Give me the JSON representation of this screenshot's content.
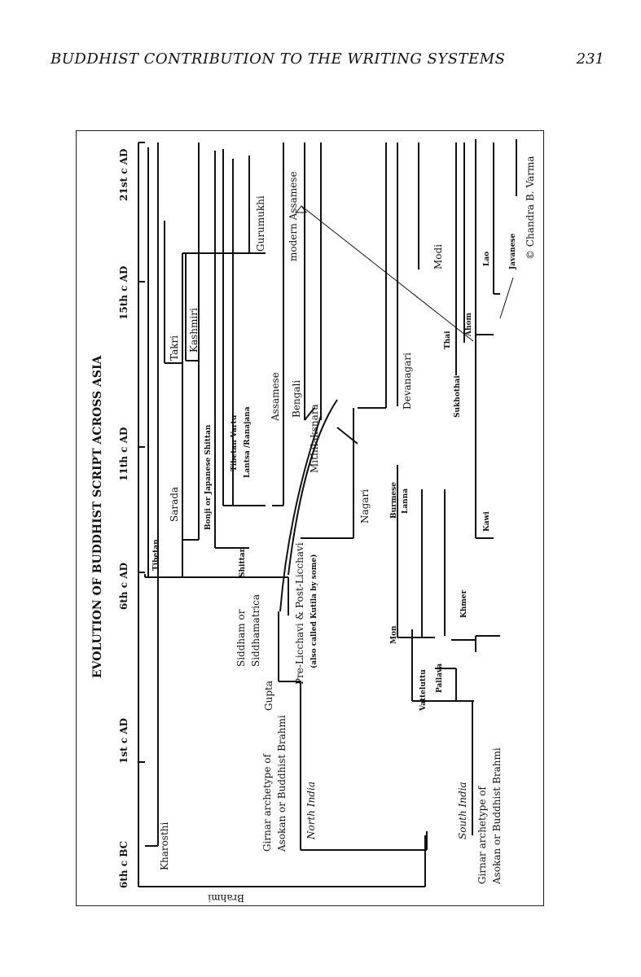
{
  "header": {
    "running_title": "BUDDHIST CONTRIBUTION TO THE WRITING SYSTEMS",
    "page_number": "231"
  },
  "figure": {
    "title": "EVOLUTION OF BUDDHIST SCRIPT ACROSS ASIA",
    "credit": "© Chandra B. Varma",
    "eras": [
      "6th c BC",
      "1st c AD",
      "6th c AD",
      "11th c AD",
      "15th c AD",
      "21st c AD"
    ],
    "root": "Brahmi",
    "regions": {
      "north": "North India",
      "south": "South India"
    },
    "labels": {
      "kharosthi": "Kharosthi",
      "girnar_north_1": "Girnar archetype of",
      "girnar_north_2": "Asokan or Buddhist Brahmi",
      "girnar_south_1": "Girnar archetype of",
      "girnar_south_2": "Asokan or Buddhist Brahmi",
      "gupta": "Gupta",
      "pre_licchavi": "Pre-Licchavi & Post-Licchavi",
      "kutila_note": "(also called Kutila by some)",
      "siddham_1": "Siddham or",
      "siddham_2": "Siddhamatrica",
      "tibetan": "Tibetan",
      "sarada": "Sarada",
      "takri": "Takri",
      "kashmiri": "Kashmiri",
      "bonji": "Bonji or Japanese Shittan",
      "shittan": "Shittan",
      "tibetan_vartu": "Tibetan Vartu",
      "lantsa": "Lantsa /Ranajana",
      "gurumukhi": "Gurumukhi",
      "assamese": "Assamese",
      "modern_assamese": "modern Assamese",
      "bengali": "Bengali",
      "mithilaksnara": "Mithilaksnara",
      "nagari": "Nagari",
      "devanagari": "Devanagari",
      "modi": "Modi",
      "burmese": "Burmese",
      "lanna": "Lanna",
      "mon": "Mon",
      "vatteluttu": "Vatteluttu",
      "pallava": "Pallava",
      "khmer": "Khmer",
      "kawi": "Kawi",
      "sukhothai": "Sukhothai",
      "thai": "Thai",
      "ahom": "Ahom",
      "lao": "Lao",
      "javanese": "Javanese"
    }
  }
}
